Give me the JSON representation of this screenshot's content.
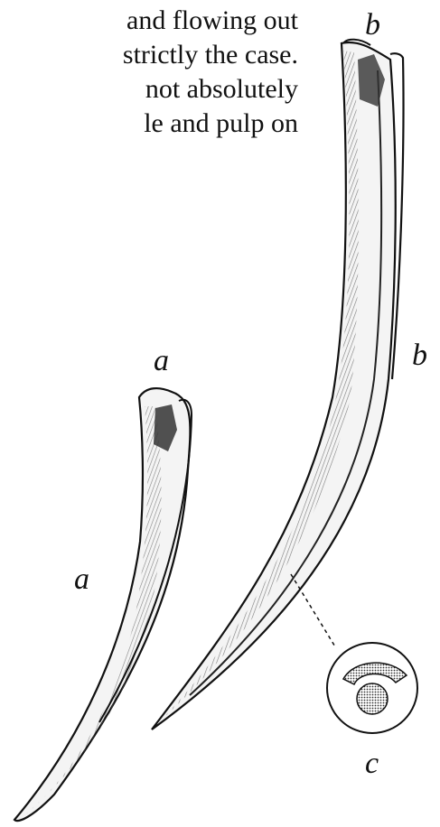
{
  "text_lines": [
    "and flowing out",
    "strictly the case.",
    "not absolutely",
    "le and pulp on"
  ],
  "figure": {
    "labels": {
      "a_top": "a",
      "a_side": "a",
      "b_top": "b",
      "b_side": "b",
      "c": "c"
    }
  }
}
